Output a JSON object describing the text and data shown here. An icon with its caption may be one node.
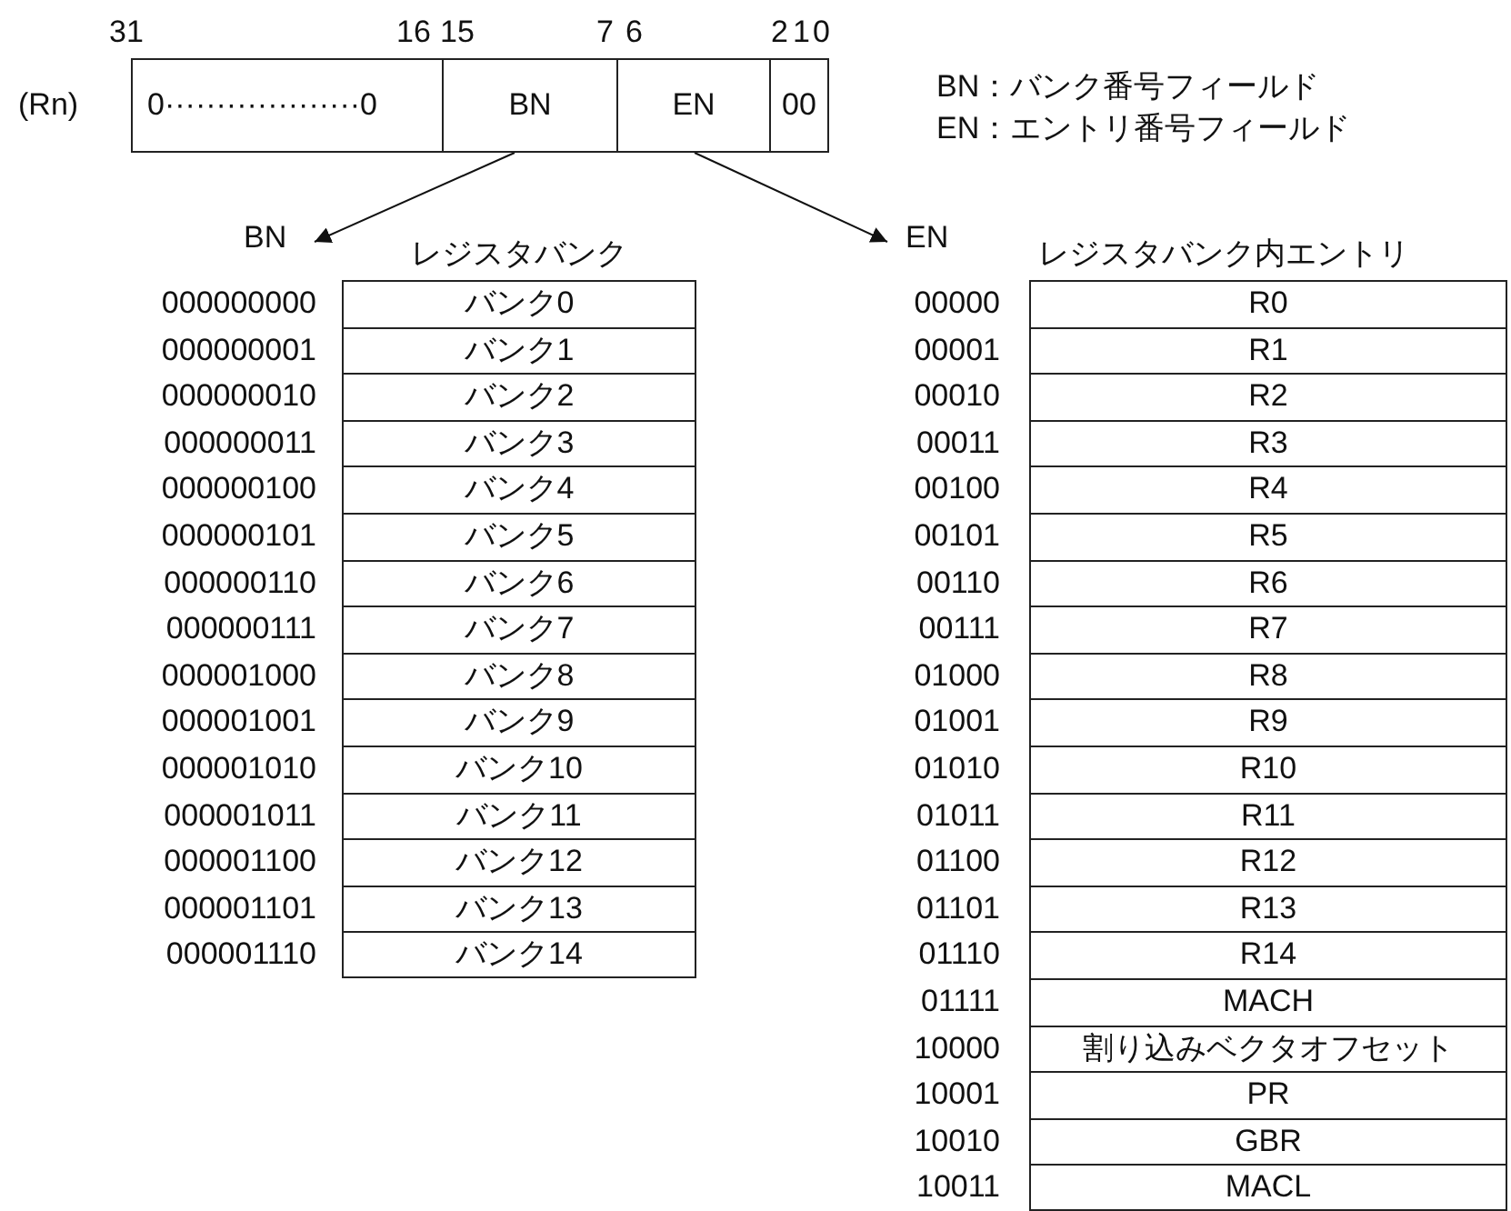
{
  "diagram": {
    "nodes": [
      {
        "text": [
          "0···················0"
        ]
      },
      {
        "text": [
          "BN"
        ]
      },
      {
        "text": [
          "EN"
        ]
      },
      {
        "text": [
          "00"
        ]
      },
      {
        "text": [
          "BN"
        ]
      },
      {
        "text": [
          "EN"
        ]
      }
    ],
    "edges": [
      {
        "from": 1,
        "to": 4,
        "arrow": "to"
      },
      {
        "from": 2,
        "to": 5,
        "arrow": "to"
      }
    ],
    "labels": [
      "31",
      "16",
      "15",
      "7",
      "6",
      "2",
      "1",
      "0",
      "(Rn)",
      "BN：バンク番号フィールド",
      "EN：エントリ番号フィールド",
      "レジスタバンク",
      "000000000",
      "バンク0",
      "000000001",
      "バンク1",
      "000000010",
      "バンク2",
      "000000011",
      "バンク3",
      "000000100",
      "バンク4",
      "000000101",
      "バンク5",
      "000000110",
      "バンク6",
      "000000111",
      "バンク7",
      "000001000",
      "バンク8",
      "000001001",
      "バンク9",
      "000001010",
      "バンク10",
      "000001011",
      "バンク11",
      "000001100",
      "バンク12",
      "000001101",
      "バンク13",
      "000001110",
      "バンク14",
      "レジスタバンク内エントリ",
      "00000",
      "R0",
      "00001",
      "R1",
      "00010",
      "R2",
      "00011",
      "R3",
      "00100",
      "R4",
      "00101",
      "R5",
      "00110",
      "R6",
      "00111",
      "R7",
      "01000",
      "R8",
      "01001",
      "R9",
      "01010",
      "R10",
      "01011",
      "R11",
      "01100",
      "R12",
      "01101",
      "R13",
      "01110",
      "R14",
      "01111",
      "MACH",
      "10000",
      "割り込みベクタオフセット",
      "10001",
      "PR",
      "10010",
      "GBR",
      "10011",
      "MACL"
    ]
  }
}
